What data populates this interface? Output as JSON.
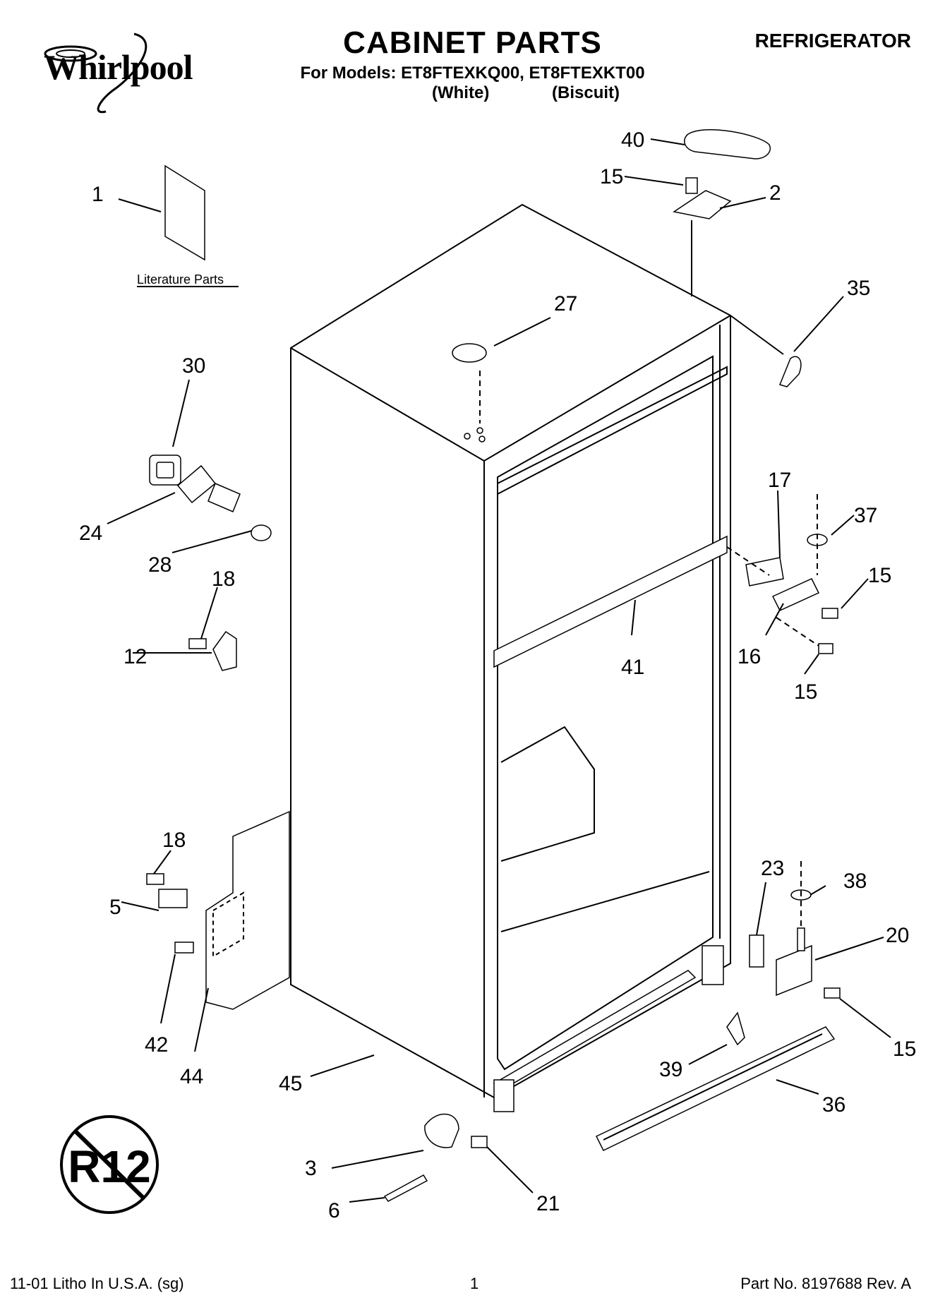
{
  "header": {
    "brand": "Whirlpool",
    "title": "CABINET PARTS",
    "models_line": "For Models: ET8FTEXKQ00, ET8FTEXKT00",
    "variant_white": "(White)",
    "variant_biscuit": "(Biscuit)",
    "appliance": "REFRIGERATOR"
  },
  "diagram": {
    "literature_label": "Literature Parts",
    "badge_text": "R12",
    "callouts": [
      "40",
      "15",
      "2",
      "1",
      "35",
      "27",
      "30",
      "17",
      "37",
      "24",
      "15",
      "28",
      "18",
      "12",
      "16",
      "41",
      "15",
      "18",
      "23",
      "38",
      "5",
      "20",
      "42",
      "44",
      "39",
      "15",
      "45",
      "36",
      "3",
      "21",
      "6"
    ]
  },
  "footer": {
    "left": "11-01 Litho In U.S.A. (sg)",
    "center": "1",
    "right": "Part No. 8197688 Rev. A"
  }
}
